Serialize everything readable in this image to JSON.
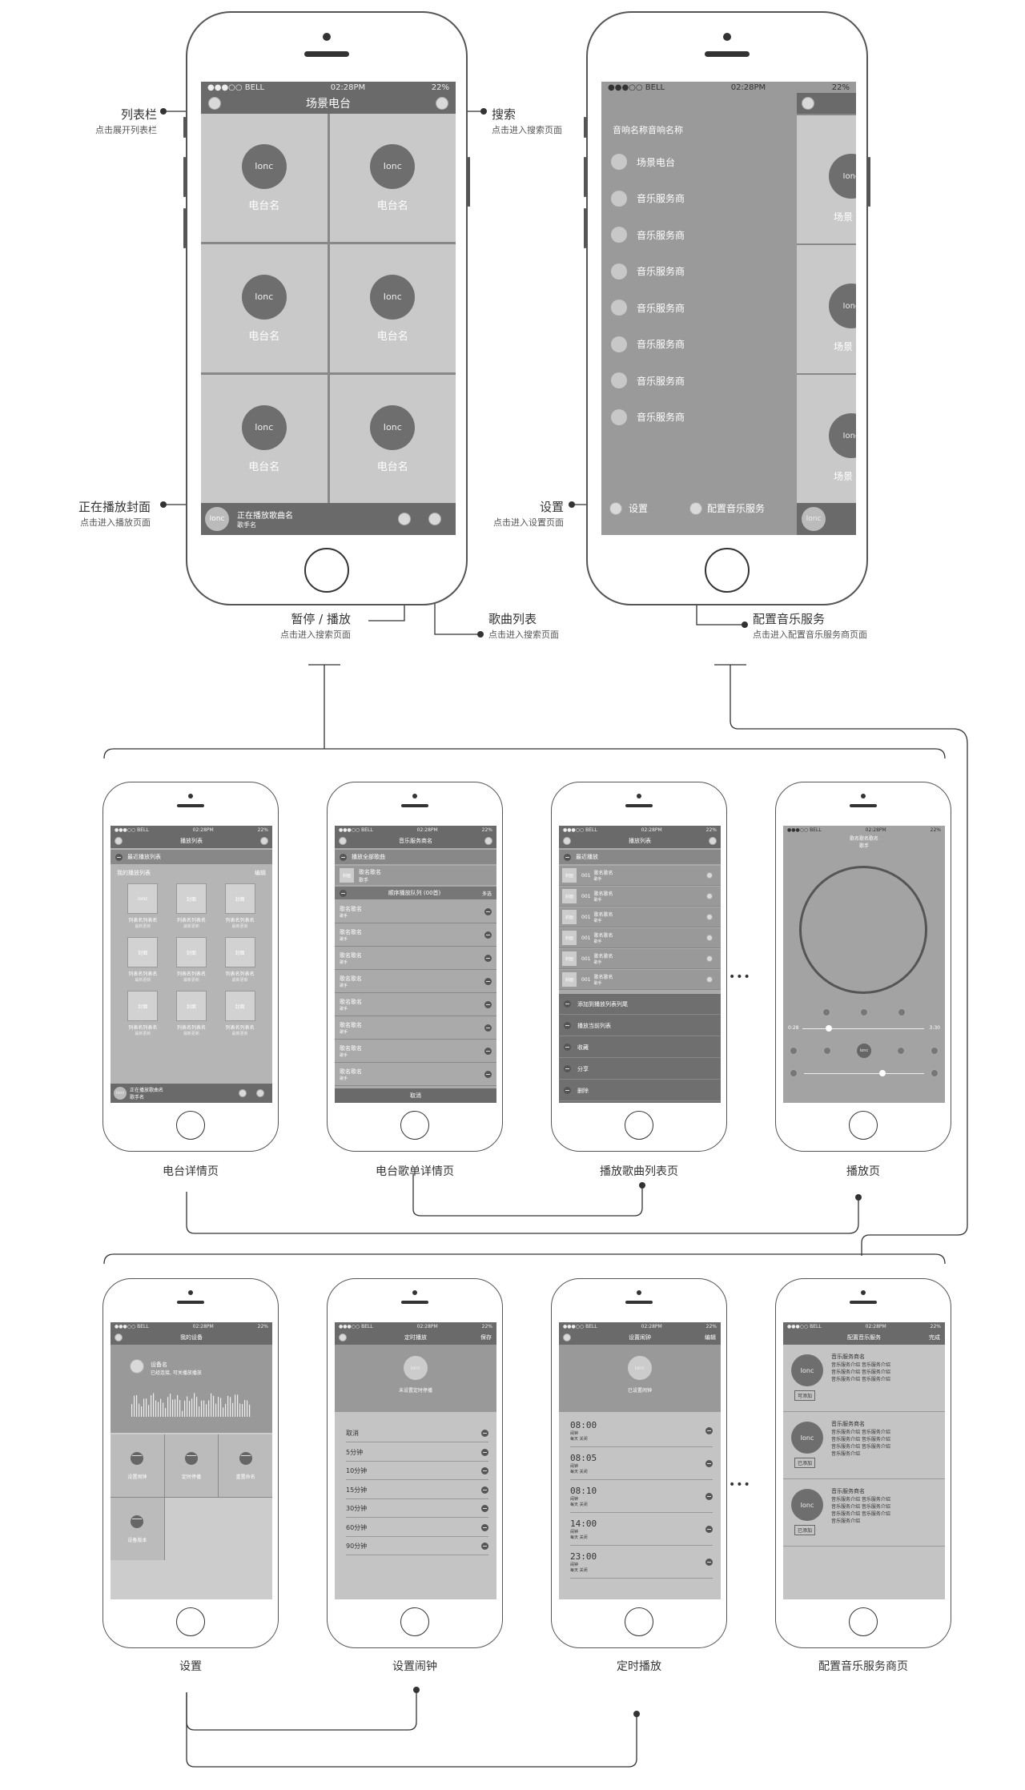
{
  "top": {
    "phone1": {
      "status": {
        "carrier": "●●●○○ BELL",
        "time": "02:28PM",
        "battery": "22%"
      },
      "title": "场景电台",
      "cells": [
        {
          "icon": "Ionc",
          "name": "电台名"
        },
        {
          "icon": "Ionc",
          "name": "电台名"
        },
        {
          "icon": "Ionc",
          "name": "电台名"
        },
        {
          "icon": "Ionc",
          "name": "电台名"
        },
        {
          "icon": "Ionc",
          "name": "电台名"
        },
        {
          "icon": "Ionc",
          "name": "电台名"
        }
      ],
      "player": {
        "icon": "Ionc",
        "song": "正在播放歌曲名",
        "singer": "歌手名"
      }
    },
    "phone2": {
      "status": {
        "carrier": "●●●○○ BELL",
        "time": "02:28PM",
        "battery": "22%"
      },
      "device": "音响名称音响名称",
      "menu": [
        "场景电台",
        "音乐服务商",
        "音乐服务商",
        "音乐服务商",
        "音乐服务商",
        "音乐服务商",
        "音乐服务商",
        "音乐服务商"
      ],
      "settings": "设置",
      "configure": "配置音乐服务",
      "peek": [
        {
          "icon": "Ionc",
          "name": "场景"
        },
        {
          "icon": "Ionc",
          "name": "场景"
        },
        {
          "icon": "Ionc",
          "name": "场景"
        }
      ],
      "peek_player": "Ionc"
    },
    "annotations": {
      "list": {
        "title": "列表栏",
        "sub": "点击展开列表栏"
      },
      "search": {
        "title": "搜索",
        "sub": "点击进入搜索页面"
      },
      "cover": {
        "title": "正在播放封面",
        "sub": "点击进入播放页面"
      },
      "settings": {
        "title": "设置",
        "sub": "点击进入设置页面"
      },
      "pause": {
        "title": "暂停 / 播放",
        "sub": "点击进入搜索页面"
      },
      "songlist": {
        "title": "歌曲列表",
        "sub": "点击进入搜索页面"
      },
      "configure": {
        "title": "配置音乐服务",
        "sub": "点击进入配置音乐服务商页面"
      }
    }
  },
  "row2": {
    "status": {
      "carrier": "●●●○○ BELL",
      "time": "02:28PM",
      "battery": "22%"
    },
    "p1": {
      "title": "播放列表",
      "recent": "最近播放列表",
      "mine": "我的播放列表",
      "edit": "编辑",
      "items": [
        {
          "cover": "Ionc",
          "t": "列表名列表名",
          "s": "最新更新"
        },
        {
          "cover": "封面",
          "t": "列表名列表名",
          "s": "最新更新"
        },
        {
          "cover": "封面",
          "t": "列表名列表名",
          "s": "最新更新"
        },
        {
          "cover": "封面",
          "t": "列表名列表名",
          "s": "最新更新"
        },
        {
          "cover": "封面",
          "t": "列表名列表名",
          "s": "最新更新"
        },
        {
          "cover": "封面",
          "t": "列表名列表名",
          "s": "最新更新"
        },
        {
          "cover": "封面",
          "t": "列表名列表名",
          "s": "最新更新"
        },
        {
          "cover": "封面",
          "t": "列表名列表名",
          "s": "最新更新"
        },
        {
          "cover": "封面",
          "t": "列表名列表名",
          "s": "最新更新"
        }
      ],
      "player": {
        "icon": "Ionc",
        "song": "正在播放歌曲名",
        "singer": "歌手名"
      }
    },
    "p2": {
      "title": "音乐服务商名",
      "playall": "播放全部歌曲",
      "head": {
        "cover": "封面",
        "song": "歌名歌名",
        "singer": "歌手"
      },
      "queue": "顺序播放队列 (00首)",
      "multi": "多选",
      "rows": [
        "歌名歌名",
        "歌名歌名",
        "歌名歌名",
        "歌名歌名",
        "歌名歌名",
        "歌名歌名",
        "歌名歌名",
        "歌名歌名"
      ],
      "row_sub": "歌手",
      "cancel": "取消"
    },
    "p3": {
      "title": "播放列表",
      "recent": "最近播放",
      "rows": [
        {
          "cover": "封面",
          "n": "001",
          "s": "歌名歌名",
          "a": "歌手"
        },
        {
          "cover": "封面",
          "n": "001",
          "s": "歌名歌名",
          "a": "歌手"
        },
        {
          "cover": "封面",
          "n": "001",
          "s": "歌名歌名",
          "a": "歌手"
        },
        {
          "cover": "封面",
          "n": "001",
          "s": "歌名歌名",
          "a": "歌手"
        },
        {
          "cover": "封面",
          "n": "001",
          "s": "歌名歌名",
          "a": "歌手"
        },
        {
          "cover": "封面",
          "n": "001",
          "s": "歌名歌名",
          "a": "歌手"
        }
      ],
      "menu": [
        "添加到播放列表列尾",
        "播放当前列表",
        "收藏",
        "分享",
        "删除"
      ]
    },
    "p4": {
      "song": "歌名歌名歌名",
      "singer": "歌手",
      "start": "0:28",
      "end": "3:30",
      "center": "Ionc",
      "progress": 0.22,
      "volume": 0.65
    },
    "captions": [
      "电台详情页",
      "电台歌单详情页",
      "播放歌曲列表页",
      "播放页"
    ],
    "ellipsis": "•••"
  },
  "row3": {
    "status": {
      "carrier": "●●●○○ BELL",
      "time": "02:28PM",
      "battery": "22%"
    },
    "p1": {
      "title": "我的设备",
      "device": "设备名",
      "device_sub1": "已经连接, 可关播放播放",
      "device_sub2": "",
      "tiles": [
        "设置闹钟",
        "定时停播",
        "重置命名",
        "设备版本"
      ]
    },
    "p2": {
      "title": "定时播放",
      "action": "保存",
      "center": "Ionc",
      "hint": "未设置定时停播",
      "rows": [
        "取消",
        "5分钟",
        "10分钟",
        "15分钟",
        "30分钟",
        "60分钟",
        "90分钟"
      ]
    },
    "p3": {
      "title": "设置闹钟",
      "action": "编辑",
      "center": "Ionc",
      "hint": "已设置闹钟",
      "rows": [
        {
          "time": "08:00",
          "l1": "闹钟",
          "l2": "每天 关闭"
        },
        {
          "time": "08:05",
          "l1": "闹钟",
          "l2": "每天 关闭"
        },
        {
          "time": "08:10",
          "l1": "闹钟",
          "l2": "每天 关闭"
        },
        {
          "time": "14:00",
          "l1": "闹钟",
          "l2": "每天 关闭"
        },
        {
          "time": "23:00",
          "l1": "闹钟",
          "l2": "每天 关闭"
        }
      ]
    },
    "p4": {
      "title": "配置音乐服务",
      "action": "完成",
      "items": [
        {
          "icon": "Ionc",
          "name": "音乐服务商名",
          "desc": [
            "音乐服务介绍 音乐服务介绍",
            "音乐服务介绍 音乐服务介绍",
            "音乐服务介绍 音乐服务介绍"
          ],
          "tag": "可添加"
        },
        {
          "icon": "Ionc",
          "name": "音乐服务商名",
          "desc": [
            "音乐服务介绍 音乐服务介绍",
            "音乐服务介绍 音乐服务介绍",
            "音乐服务介绍 音乐服务介绍",
            "音乐服务介绍"
          ],
          "tag": "已添加"
        },
        {
          "icon": "Ionc",
          "name": "音乐服务商名",
          "desc": [
            "音乐服务介绍 音乐服务介绍",
            "音乐服务介绍 音乐服务介绍",
            "音乐服务介绍 音乐服务介绍",
            "音乐服务介绍"
          ],
          "tag": "已添加"
        }
      ]
    },
    "captions": [
      "设置",
      "设置闹钟",
      "定时播放",
      "配置音乐服务商页"
    ],
    "ellipsis": "•••"
  }
}
